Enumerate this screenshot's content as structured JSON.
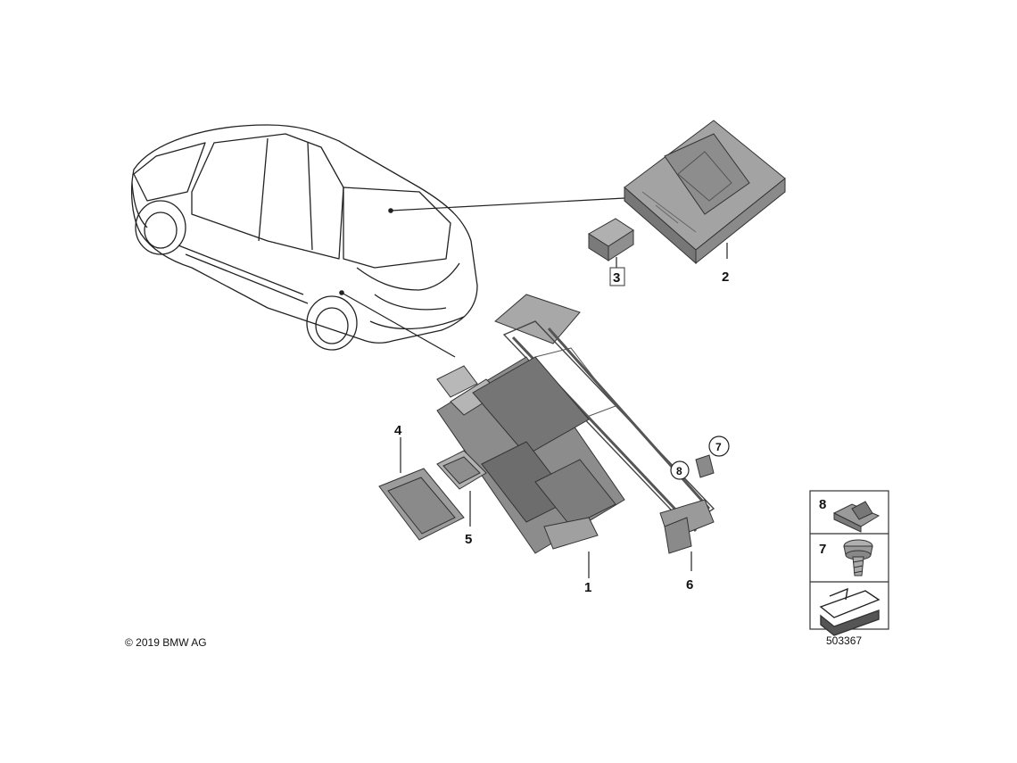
{
  "callouts": {
    "c1": "1",
    "c2": "2",
    "c3": "3",
    "c4": "4",
    "c5": "5",
    "c6": "6",
    "c7": "7",
    "c8": "8"
  },
  "legend": {
    "item8": "8",
    "item7": "7"
  },
  "footer": {
    "copyright": "© 2019 BMW AG",
    "diagram_number": "503367"
  },
  "colors": {
    "line": "#222222",
    "part_fill": "#9a9a9a",
    "part_dark": "#6f6f6f",
    "part_light": "#c4c4c4"
  }
}
